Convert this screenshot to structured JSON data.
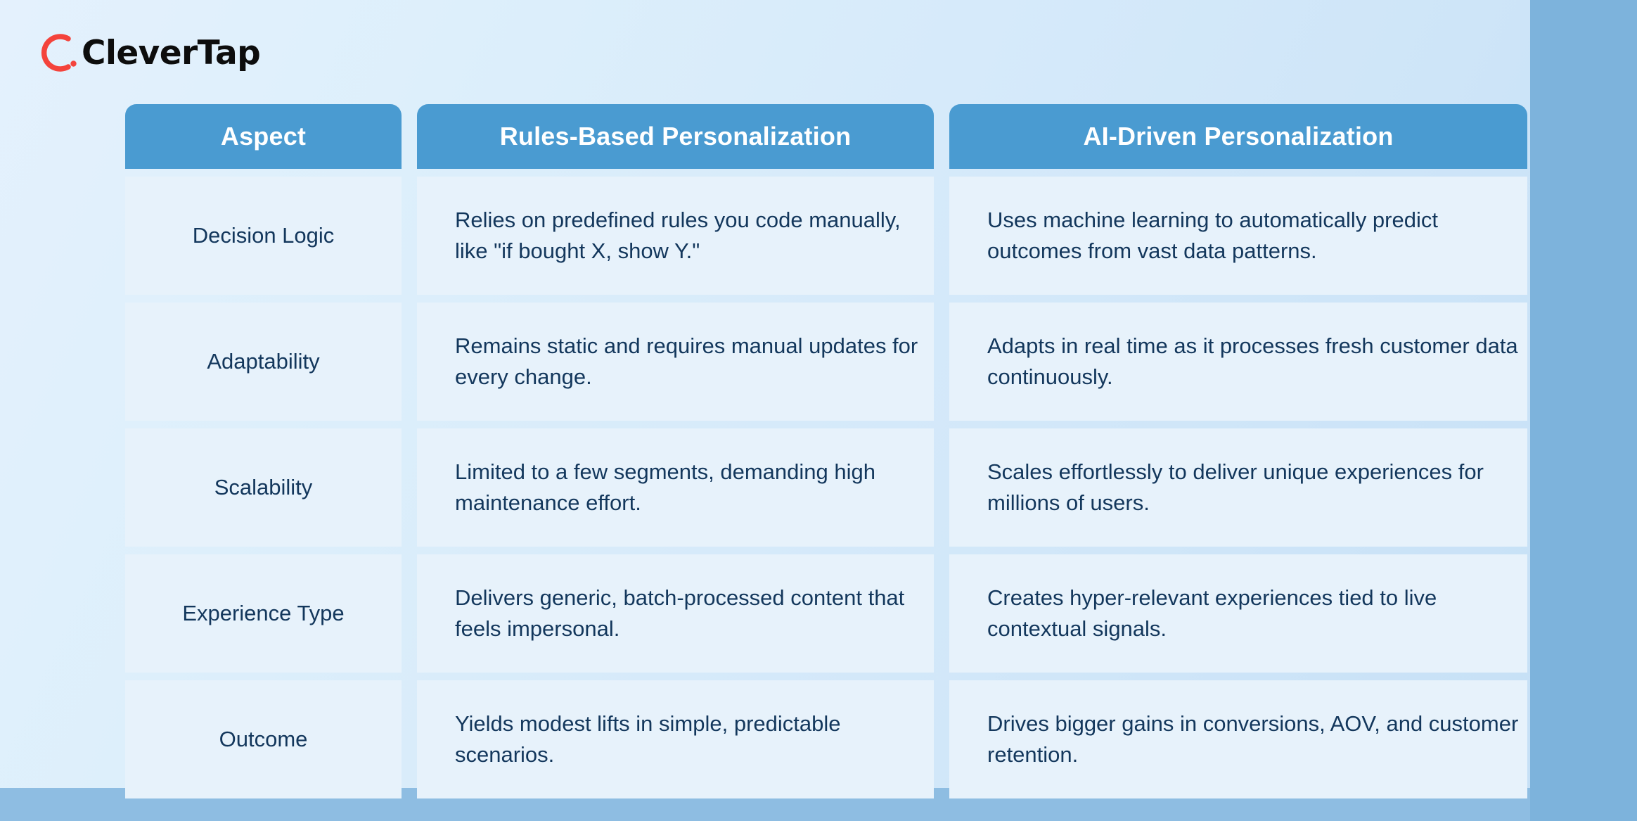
{
  "brand": {
    "name": "CleverTap",
    "logo_mark": "clevertap-c-arc-icon",
    "mark_color": "#f4433c",
    "wordmark_color": "#0d0d0d"
  },
  "theme": {
    "background_light": "#dceefb",
    "background_accent": "#7db3dc",
    "header_blue": "#4a9bd1",
    "cell_blue": "#e7f2fb",
    "text_navy": "#13375c",
    "header_text": "#ffffff"
  },
  "table": {
    "columns": [
      {
        "key": "aspect",
        "label": "Aspect"
      },
      {
        "key": "rules",
        "label": "Rules-Based Personalization"
      },
      {
        "key": "ai",
        "label": "AI-Driven Personalization"
      }
    ],
    "rows": [
      {
        "aspect": "Decision Logic",
        "rules": "Relies on predefined rules you code manually, like \"if bought X, show Y.\"",
        "ai": "Uses machine learning to automatically predict outcomes from vast data patterns."
      },
      {
        "aspect": "Adaptability",
        "rules": "Remains static and requires manual updates for every change.",
        "ai": "Adapts in real time as it processes fresh customer data continuously."
      },
      {
        "aspect": "Scalability",
        "rules": "Limited to a few segments, demanding high maintenance effort.",
        "ai": "Scales effortlessly to deliver unique experiences for millions of users."
      },
      {
        "aspect": "Experience Type",
        "rules": "Delivers generic, batch-processed content that feels impersonal.",
        "ai": "Creates hyper-relevant experiences tied to live contextual signals."
      },
      {
        "aspect": "Outcome",
        "rules": "Yields modest lifts in simple, predictable scenarios.",
        "ai": "Drives bigger gains in conversions, AOV, and customer retention."
      }
    ]
  }
}
